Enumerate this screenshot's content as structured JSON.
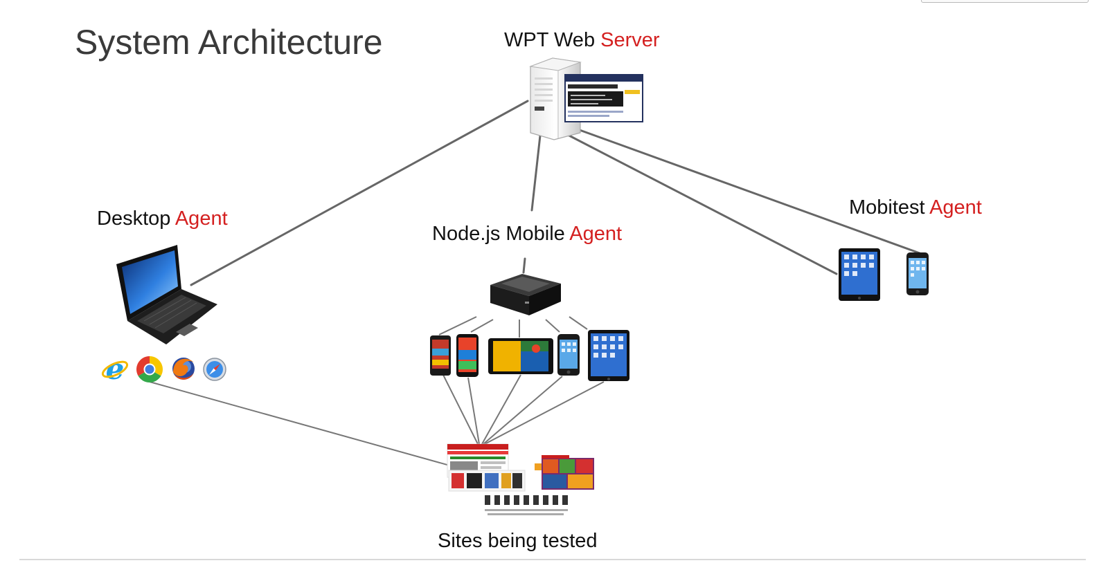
{
  "slide": {
    "title": "System Architecture"
  },
  "nodes": {
    "web_server": {
      "label_main": "WPT Web ",
      "label_accent": "Server"
    },
    "desktop_agent": {
      "label_main": "Desktop ",
      "label_accent": "Agent"
    },
    "node_mobile_agent": {
      "label_main": "Node.js Mobile ",
      "label_accent": "Agent"
    },
    "mobitest_agent": {
      "label_main": "Mobitest ",
      "label_accent": "Agent"
    },
    "sites": {
      "label": "Sites being tested"
    }
  },
  "browsers": [
    {
      "icon": "internet-explorer-icon"
    },
    {
      "icon": "chrome-icon"
    },
    {
      "icon": "firefox-icon"
    },
    {
      "icon": "safari-icon"
    }
  ],
  "colors": {
    "accent": "#d42020",
    "title": "#3a3a3a",
    "label": "#111111",
    "connector": "#666666"
  }
}
